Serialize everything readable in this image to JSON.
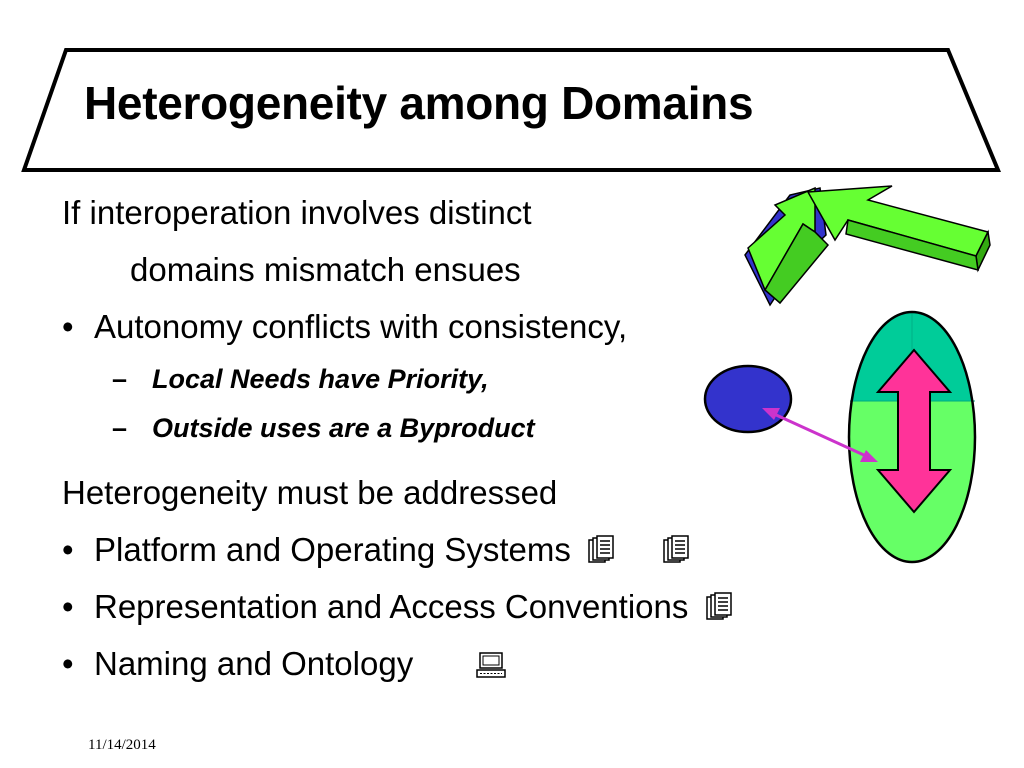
{
  "slide": {
    "title": "Heterogeneity among Domains",
    "intro_line1": "If  interoperation involves distinct",
    "intro_line2": "domains mismatch ensues",
    "bullet1": "Autonomy conflicts with consistency,",
    "sub1": "Local Needs have Priority,",
    "sub2": "Outside uses are a Byproduct",
    "heading2": "Heterogeneity must be addressed",
    "bullet2": "Platform and Operating Systems",
    "bullet3": "Representation and Access Conventions",
    "bullet4": "Naming and Ontology",
    "bullet_glyph": "•",
    "dash_glyph": "–",
    "date": "11/14/2014"
  },
  "colors": {
    "arrow_green": "#66ff33",
    "arrow_blue": "#3333cc",
    "oval_teal": "#00cc99",
    "oval_green": "#66ff66",
    "double_arrow_pink": "#ff3399",
    "connector_violet": "#cc33cc",
    "circle_blue": "#3333cc"
  },
  "icons": [
    "document-icon",
    "document-icon",
    "document-icon",
    "computer-icon"
  ]
}
